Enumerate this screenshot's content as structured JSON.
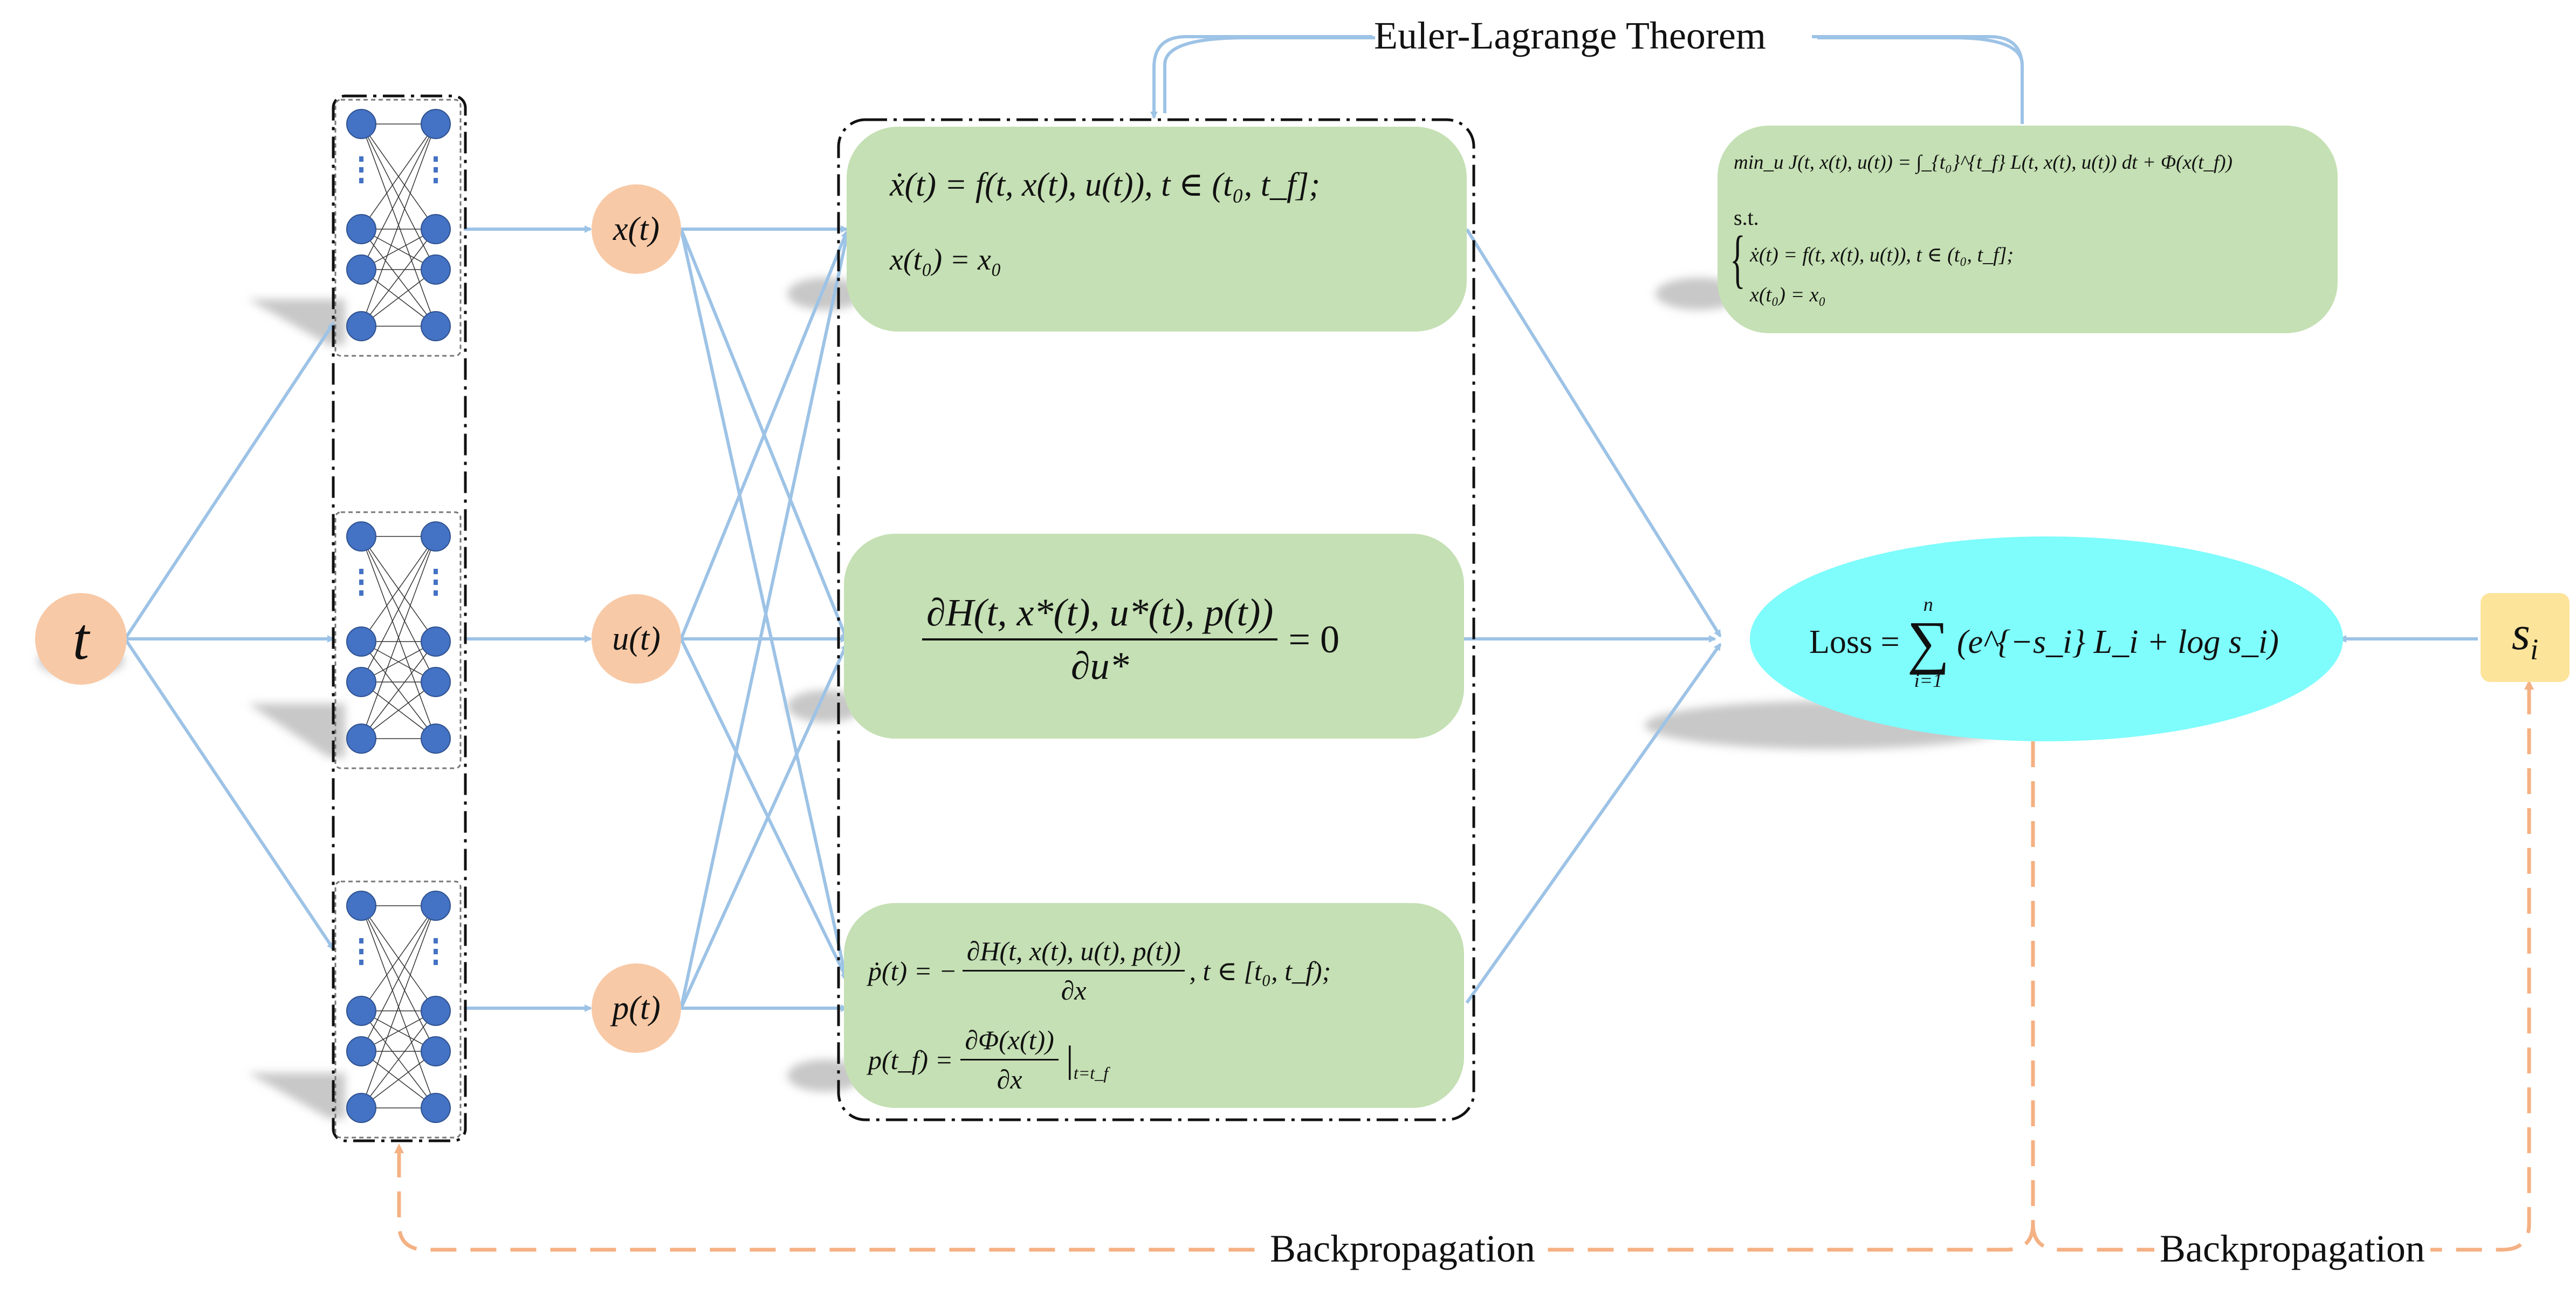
{
  "inputs": {
    "t": "t",
    "s_i": "s",
    "s_i_sub": "i"
  },
  "outputs": {
    "x": "x(t)",
    "u": "u(t)",
    "p": "p(t)"
  },
  "labels": {
    "euler_lagrange": "Euler-Lagrange Theorem",
    "backprop_left": "Backpropagation",
    "backprop_right": "Backpropagation"
  },
  "equations": {
    "state_line1": "ẋ(t) = f(t, x(t), u(t)),   t ∈ (t₀, t_f];",
    "state_line2": "x(t₀) = x₀",
    "stationarity_num": "∂H(t, x*(t), u*(t), p(t))",
    "stationarity_den": "∂u*",
    "stationarity_rhs": "= 0",
    "costate_lhs": "ṗ(t) = −",
    "costate_num": "∂H(t, x(t), u(t), p(t))",
    "costate_den": "∂x",
    "costate_tail": ",   t ∈ [t₀, t_f);",
    "terminal_lhs": "p(t_f) =",
    "terminal_num": "∂Φ(x(t))",
    "terminal_den": "∂x",
    "terminal_tail": "|",
    "terminal_sub": "t=t_f",
    "problem_line1": "min_u J(t, x(t), u(t)) = ∫_{t₀}^{t_f} L(t, x(t), u(t)) dt + Φ(x(t_f))",
    "problem_line2": "s.t.",
    "problem_line3": "ẋ(t) = f(t, x(t), u(t)),   t ∈ (t₀, t_f];",
    "problem_line4": "x(t₀) = x₀",
    "loss_lhs": "Loss =",
    "loss_sum": "∑",
    "loss_sum_top": "n",
    "loss_sum_bottom": "i=1",
    "loss_body": "(e^{−s_i} L_i + log s_i)"
  },
  "colors": {
    "input_node": "#f8c9a6",
    "si_node": "#fde49b",
    "equation_box": "#c5e0b4",
    "loss_ellipse": "#7ffcfc",
    "neuron": "#4472c4",
    "forward_arrow": "#9dc3e6",
    "backprop_arrow": "#f4b183",
    "shadow": "#c8c8c8"
  }
}
